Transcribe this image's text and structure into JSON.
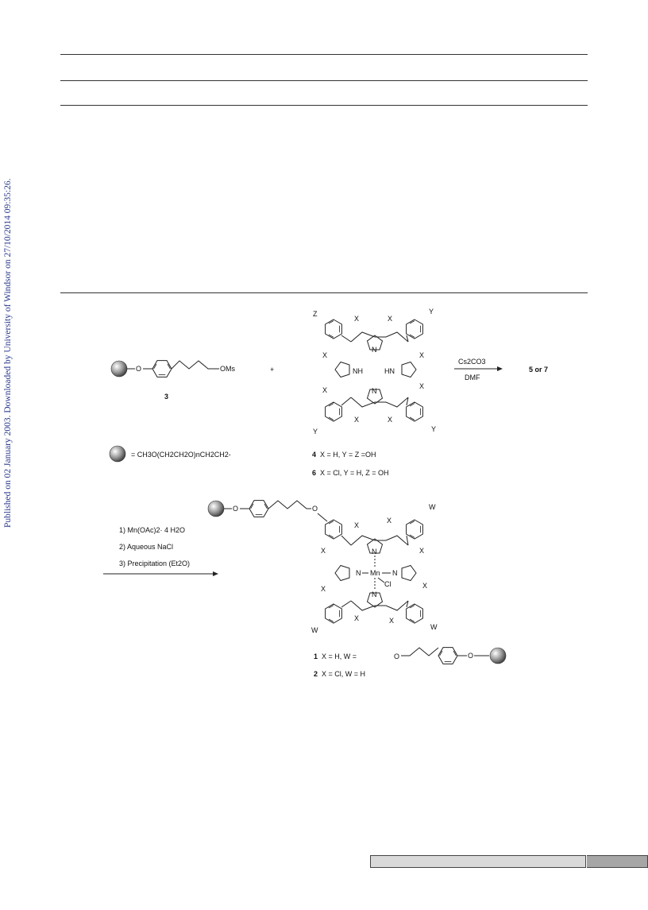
{
  "side_note": "Published on 02 January 2003. Downloaded by University of Windsor on 27/10/2014 09:35:26.",
  "scheme": {
    "reagent_3_group": "OMs",
    "reagent_3_linker": "O",
    "compound_3": "3",
    "plus": "+",
    "arrow1_reagent_top": "Cs2CO3",
    "arrow1_reagent_bottom": "DMF",
    "product_label": "5 or 7",
    "peg_definition": "= CH3O(CH2CH2O)nCH2CH2-",
    "compound_4_num": "4",
    "compound_4_text": "X = H, Y = Z =OH",
    "compound_6_num": "6",
    "compound_6_text": "X = Cl, Y = H, Z = OH",
    "step1": "1) Mn(OAc)2· 4 H2O",
    "step2": "2)  Aqueous NaCl",
    "step3": "3) Precipitation (Et2O)",
    "compound_1_num": "1",
    "compound_1_text": "X = H, W =",
    "compound_2_num": "2",
    "compound_2_text": "X = Cl, W = H",
    "porphyrin_top": {
      "sub_x": "X",
      "sub_y": "Y",
      "sub_z": "Z",
      "n": "N",
      "nh": "NH",
      "hn": "HN"
    },
    "porphyrin_bottom": {
      "sub_x": "X",
      "sub_w": "W",
      "n": "N",
      "mn": "Mn",
      "cl": "Cl"
    }
  }
}
